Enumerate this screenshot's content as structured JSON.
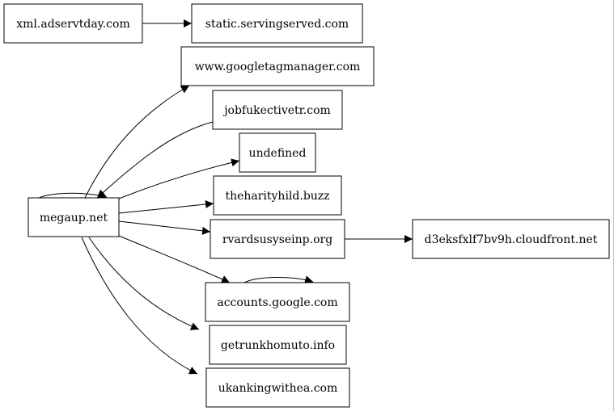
{
  "graph": {
    "nodes": {
      "xml_adservtday": "xml.adservtday.com",
      "static_servingserved": "static.servingserved.com",
      "googletagmanager": "www.googletagmanager.com",
      "jobfukectivetr": "jobfukectivetr.com",
      "undefined": "undefined",
      "theharityhild": "theharityhild.buzz",
      "megaup": "megaup.net",
      "rvardsusyseinp": "rvardsusyseinp.org",
      "cloudfront": "d3eksfxlf7bv9h.cloudfront.net",
      "accounts_google": "accounts.google.com",
      "getrunkhomuto": "getrunkhomuto.info",
      "ukankingwithea": "ukankingwithea.com"
    },
    "edges": [
      {
        "from": "xml.adservtday.com",
        "to": "static.servingserved.com"
      },
      {
        "from": "megaup.net",
        "to": "megaup.net"
      },
      {
        "from": "megaup.net",
        "to": "www.googletagmanager.com"
      },
      {
        "from": "jobfukectivetr.com",
        "to": "megaup.net"
      },
      {
        "from": "megaup.net",
        "to": "undefined"
      },
      {
        "from": "megaup.net",
        "to": "theharityhild.buzz"
      },
      {
        "from": "megaup.net",
        "to": "rvardsusyseinp.org"
      },
      {
        "from": "rvardsusyseinp.org",
        "to": "d3eksfxlf7bv9h.cloudfront.net"
      },
      {
        "from": "megaup.net",
        "to": "accounts.google.com"
      },
      {
        "from": "accounts.google.com",
        "to": "accounts.google.com"
      },
      {
        "from": "megaup.net",
        "to": "getrunkhomuto.info"
      },
      {
        "from": "megaup.net",
        "to": "ukankingwithea.com"
      }
    ]
  }
}
